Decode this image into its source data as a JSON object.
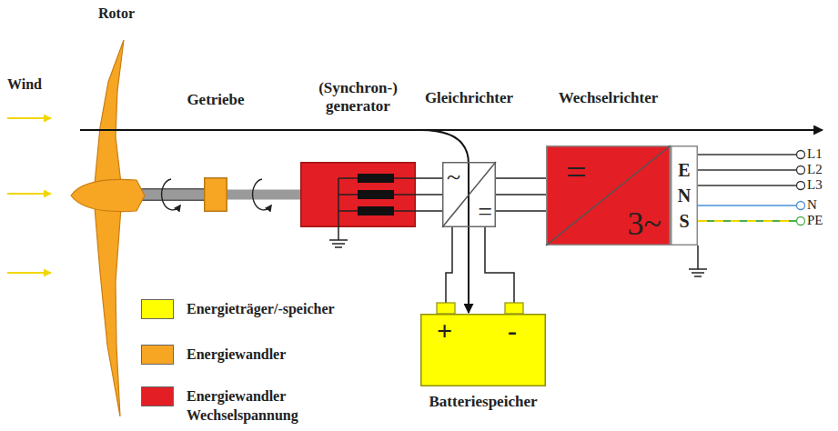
{
  "diagram": {
    "nodes": [
      {
        "text": [
          "Getriebe"
        ]
      },
      {
        "text": [
          "(Synchron-) generator"
        ]
      },
      {
        "text": [
          "Gleichrichter",
          "~",
          "="
        ]
      },
      {
        "text": [
          "Wechselrichter",
          "=",
          "3~"
        ]
      },
      {
        "text": [
          "E N S"
        ]
      },
      {
        "text": [
          "Batteriespeicher",
          "+",
          "-"
        ]
      }
    ],
    "edges": [
      {
        "from": 0,
        "to": 1,
        "arrow": "none"
      },
      {
        "from": 1,
        "to": 2,
        "arrow": "none"
      },
      {
        "from": 2,
        "to": 3,
        "arrow": "none"
      },
      {
        "from": 2,
        "to": 5,
        "arrow": "none"
      }
    ],
    "labels": [
      "Rotor",
      "Wind",
      "L1",
      "L2",
      "L3",
      "N",
      "PE"
    ],
    "legend": [
      {
        "text": "Energieträger/-speicher",
        "color": "#ffff00"
      },
      {
        "text": "Energiewandler",
        "color": "#f6a623"
      },
      {
        "text": "Energiewandler Wechselspannung",
        "color": "#e31e24"
      }
    ]
  }
}
